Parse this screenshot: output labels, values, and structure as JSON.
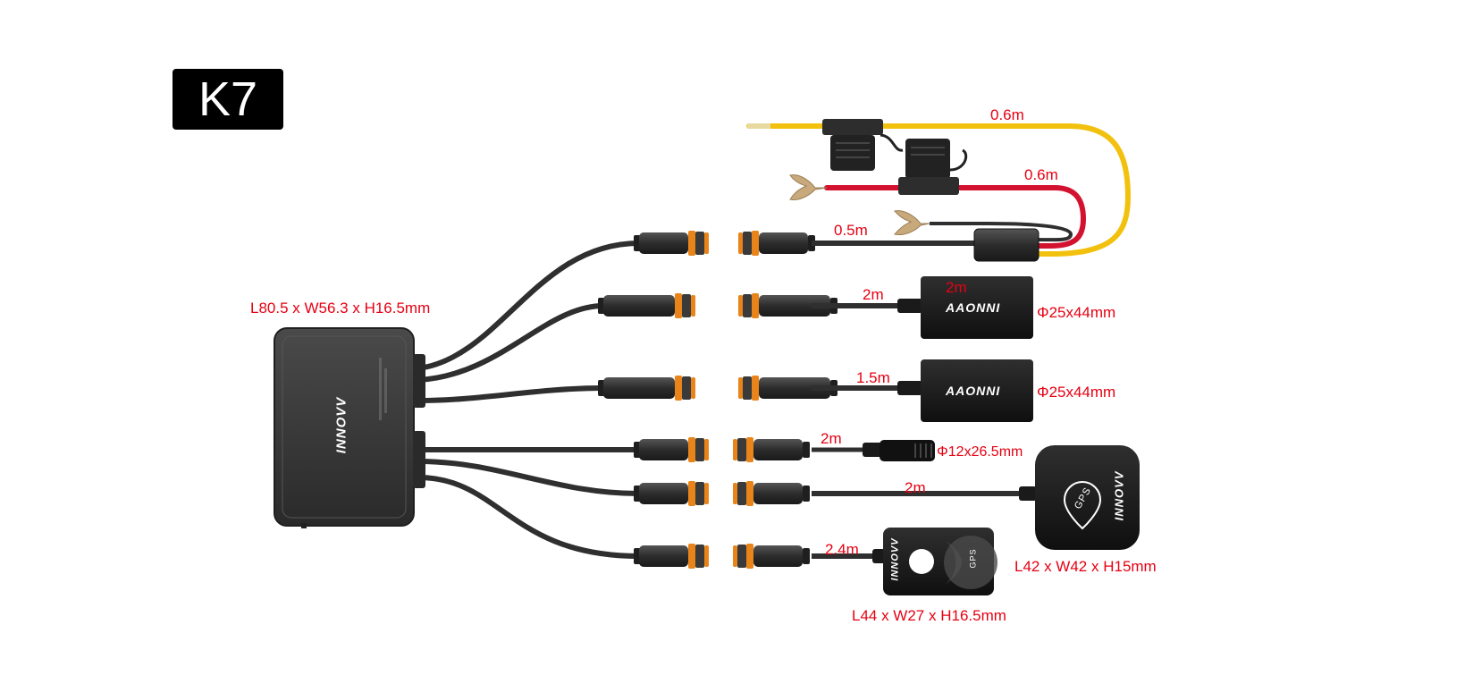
{
  "model_badge": "K7",
  "hub": {
    "dimensions": "L80.5 x W56.3 x H16.5mm",
    "brand": "INNOVV"
  },
  "cables": {
    "power": {
      "hub_cable_length": "0.5m",
      "yellow_wire_length": "0.6m",
      "red_wire_length": "0.6m"
    },
    "camera_1": {
      "cable_length": "2m",
      "overlap_label": "2m",
      "dimensions": "Φ25x44mm",
      "brand": "AAONNI"
    },
    "camera_2": {
      "cable_length": "1.5m",
      "dimensions": "Φ25x44mm",
      "brand": "AAONNI"
    },
    "microphone": {
      "cable_length": "2m",
      "dimensions": "Φ12x26.5mm"
    },
    "gps": {
      "cable_length": "2m",
      "dimensions": "L42 x W42 x H15mm",
      "brand": "INNOVV",
      "label": "GPS"
    },
    "controller": {
      "cable_length": "2.4m",
      "dimensions": "L44 x W27 x H16.5mm",
      "brand": "INNOVV",
      "gps_label": "GPS"
    }
  },
  "colors": {
    "label_red": "#e60012",
    "cable_black": "#2f2f2f",
    "connector_orange": "#e8841a",
    "wire_yellow": "#f2c10d",
    "wire_red": "#d3122f",
    "terminal_gold": "#c8a97c"
  }
}
